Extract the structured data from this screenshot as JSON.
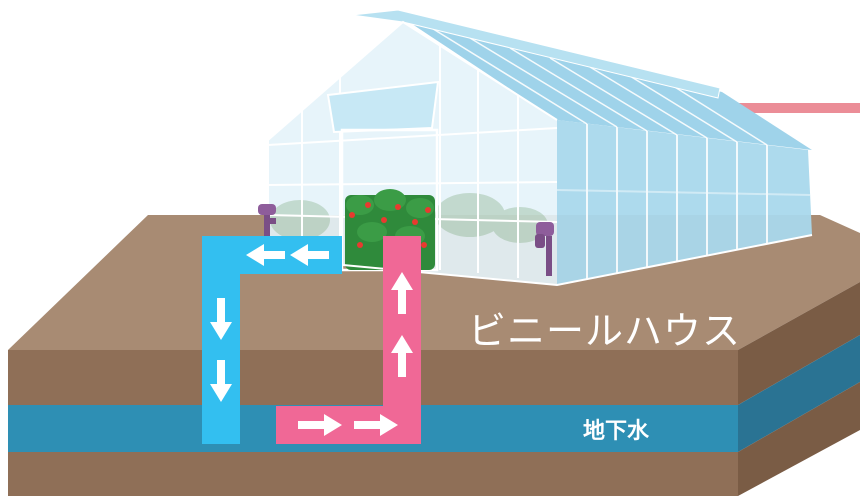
{
  "labels": {
    "greenhouse": "ビニールハウス",
    "groundwater": "地下水"
  },
  "colors": {
    "soil_top": "#a88b73",
    "soil_front": "#8f6f57",
    "soil_side": "#7a5c45",
    "water_front": "#2e8fb4",
    "water_side": "#2a7393",
    "greenhouse_glass": "#a9d8ec",
    "greenhouse_roof": "#9fd3ea",
    "greenhouse_frame": "#ffffff",
    "pipe_cold": "#33bff0",
    "pipe_warm": "#f06896",
    "arrow": "#ffffff",
    "pump": "#7a4e86",
    "plant_leaf": "#2f8a3b",
    "tomato": "#e83a2f"
  },
  "flows": [
    {
      "pipe": "cold",
      "direction": "down"
    },
    {
      "pipe": "warm",
      "direction": "up"
    }
  ]
}
